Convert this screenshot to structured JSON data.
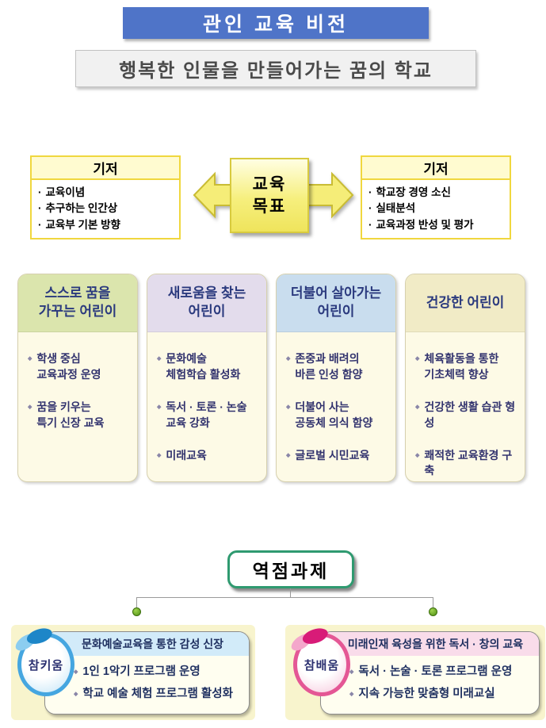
{
  "header": {
    "title": "관인 교육 비전",
    "subtitle": "행복한 인물을 만들어가는 꿈의 학교"
  },
  "foundation_left": {
    "title": "기저",
    "items": [
      "교육이념",
      "추구하는 인간상",
      "교육부 기본 방향"
    ]
  },
  "goal": {
    "label": "교육\n목표"
  },
  "foundation_right": {
    "title": "기저",
    "items": [
      "학교장 경영 소신",
      "실태분석",
      "교육과정 반성 및 평가"
    ]
  },
  "pillars": [
    {
      "title": "스스로 꿈을\n가꾸는 어린이",
      "items": [
        "학생 중심\n교육과정 운영",
        "꿈을 키우는\n특기 신장 교육"
      ]
    },
    {
      "title": "새로움을 찾는\n어린이",
      "items": [
        "문화예술\n체험학습 활성화",
        "독서 · 토론 · 논술\n교육 강화",
        "미래교육"
      ]
    },
    {
      "title": "더불어 살아가는\n어린이",
      "items": [
        "존중과 배려의\n바른 인성 함양",
        "더불어 사는\n공동체 의식 함양",
        "글로벌 시민교육"
      ]
    },
    {
      "title": "건강한 어린이",
      "items": [
        "체육활동을 통한\n기초체력 향상",
        "건강한 생활 습관 형성",
        "쾌적한 교육환경 구축"
      ]
    }
  ],
  "focus": {
    "title": "역점과제"
  },
  "focus_cards": [
    {
      "badge": "참키움",
      "title": "문화예술교육을 통한 감성 신장",
      "items": [
        "1인 1악기 프로그램 운영",
        "학교 예술 체험 프로그램 활성화"
      ]
    },
    {
      "badge": "참배움",
      "title": "미래인재 육성을 위한 독서 · 창의 교육",
      "items": [
        "독서 · 논술 · 토론 프로그램 운영",
        "지속 가능한 맞춤형 미래교실"
      ]
    }
  ],
  "colors": {
    "title_bg": "#4f74c8",
    "subtitle_bg": "#f1f1f1",
    "foundation_border": "#f0d73e",
    "goal_yellow": "#f6ef7d",
    "pillar_header_1": "#dbe5ad",
    "pillar_header_2": "#e3dcec",
    "pillar_header_3": "#c9ddee",
    "pillar_header_4": "#f1ebc6",
    "pillar_body": "#fdfae6",
    "focus_border": "#2f9a70",
    "connector_dot": "#5ca41e",
    "card_bg": "#f8f4cd",
    "card_left_accent": "#45a6e0",
    "card_right_accent": "#e45795",
    "card_left_header_bg": "#d2ebf9",
    "card_right_header_bg": "#f9dcea",
    "text_navy": "#2b3a7e"
  }
}
